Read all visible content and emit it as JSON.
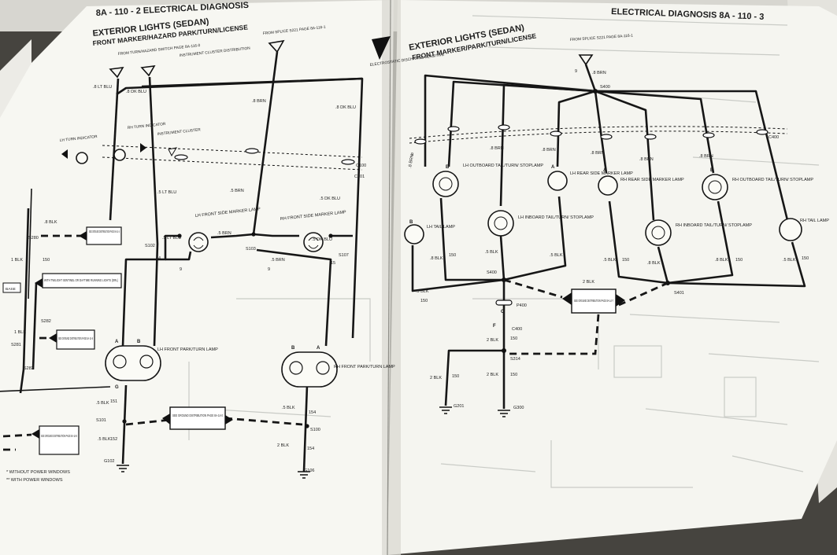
{
  "left_page": {
    "header": "8A - 110 - 2  ELECTRICAL DIAGNOSIS",
    "title": "EXTERIOR LIGHTS (SEDAN)",
    "subtitle": "FRONT MARKER/HAZARD PARK/TURN/LICENSE",
    "top_source": "FROM SPLICE S221 PAGE 8A-116-1",
    "left_source": "FROM TURN/HAZARD SWITCH PAGE 8A-116-0",
    "cluster_note": "INSTRUMENT CLUSTER DISTRIBUTION",
    "wire_labels": {
      "w1": ".8 LT BLU",
      "w2": ".8 DK BLU",
      "w3": ".8 BRN",
      "w4": ".8 DK BLU",
      "w5": ".5 LT BLU",
      "w6": ".5 BRN",
      "w7": ".5 DK BLU",
      "w8": ".5 LT BLU",
      "w9": ".5 BRN",
      "w10": ".5 DK BLU",
      "w11": ".5 BRN",
      "w12": ".5 BLK",
      "w13": ".5 BLK",
      "w14": "2 BLK",
      "w15": "1 BLK",
      "w16": ".8 BLK",
      "w17": "1 BLK",
      "w18": ".5 BLK"
    },
    "circuits": {
      "c14": "14",
      "c9": "9",
      "c15": "15",
      "c150": "150",
      "c151": "151",
      "c152": "152",
      "c154": "154"
    },
    "splices": [
      "S102",
      "S103",
      "S107",
      "S100",
      "S101",
      "S280",
      "S281",
      "S282",
      "S283"
    ],
    "connectors": [
      "C100",
      "C101"
    ],
    "grounds": [
      "G106",
      "G102"
    ],
    "lamps": {
      "lh_side_marker": "LH FRONT SIDE MARKER LAMP",
      "rh_side_marker": "RH FRONT SIDE MARKER LAMP",
      "lh_front": "LH FRONT PARK/TURN LAMP",
      "rh_front": "RH FRONT PARK/TURN LAMP",
      "lh_indicator": "LH TURN INDICATOR",
      "rh_indicator": "RH TURN INDICATOR",
      "cluster": "INSTRUMENT CLUSTER"
    },
    "see_boxes": [
      "SEE GROUND DISTRIBUTION PAGE 8A-14-4",
      "SEE GROUND DISTRIBUTION PAGE 8A-14-0",
      "SEE GROUND DISTRIBUTION PAGE 8A-14-6",
      "SEE GROUND DISTRIBUTION PAGE 8A-14-6"
    ],
    "drl_note": "WITH TWILIGHT SENTINEL OR DAYTIME RUNNING LIGHTS (DRL)",
    "base_label": "BASE",
    "footnote_1": "* WITHOUT POWER WINDOWS",
    "footnote_2": "** WITH POWER WINDOWS",
    "sensitive_note": "ELECTROSTATIC DISCHARGE SENSITIVE",
    "pin_a": "A",
    "pin_b": "B",
    "pin_g": "G"
  },
  "right_page": {
    "header": "ELECTRICAL DIAGNOSIS  8A - 110 - 3",
    "title": "EXTERIOR LIGHTS (SEDAN)",
    "subtitle": "FRONT MARKER/PARK/TURN/LICENSE",
    "top_source": "FROM SPLICE S221 PAGE 8A-116-1",
    "top_wire": ".8 BRN",
    "top_circuit": "9",
    "splice_top": "S400",
    "connector_row": "C400",
    "wire_labels": {
      "r1": ".8 BRN",
      "r2": ".8 BRN",
      "r3": ".8 BRN",
      "r4": ".8 BRN",
      "r5": ".8 BRN",
      "r6": ".8 BRN",
      "r7": ".8 BLK",
      "r8": ".5 BLK",
      "r9": ".5 BLK",
      "r10": ".5 BLK",
      "r11": ".8 BLK",
      "r12": ".8 BLK",
      "r13": ".5 BLK",
      "r14": "2 BLK",
      "r15": "2 BLK",
      "r16": "2 BLK",
      "r17": "2 BLK",
      "r18": ".5 BLK"
    },
    "circuits": {
      "c150": "150",
      "c9": "9"
    },
    "lamps": {
      "lh_tail": "LH TAIL LAMP",
      "lh_outboard": "LH OUTBOARD TAIL/TURN/ STOPLAMP",
      "lh_inboard": "LH INBOARD TAIL/TURN/ STOPLAMP",
      "lh_rear_marker": "LH REAR SIDE MARKER LAMP",
      "rh_rear_marker": "RH REAR SIDE MARKER LAMP",
      "rh_inboard": "RH INBOARD TAIL/TURN/ STOPLAMP",
      "rh_outboard": "RH OUTBOARD TAIL/TURN/ STOPLAMP",
      "rh_tail": "RH TAIL LAMP"
    },
    "splices": [
      "S400",
      "S401",
      "S314"
    ],
    "connectors": [
      "P400",
      "C400"
    ],
    "grounds": [
      "G201",
      "G300"
    ],
    "see_box": "SEE GROUND DISTRIBUTION PAGE 8A-14-7",
    "pin_a": "A",
    "pin_b": "B",
    "pin_c": "C",
    "pin_f": "F"
  }
}
